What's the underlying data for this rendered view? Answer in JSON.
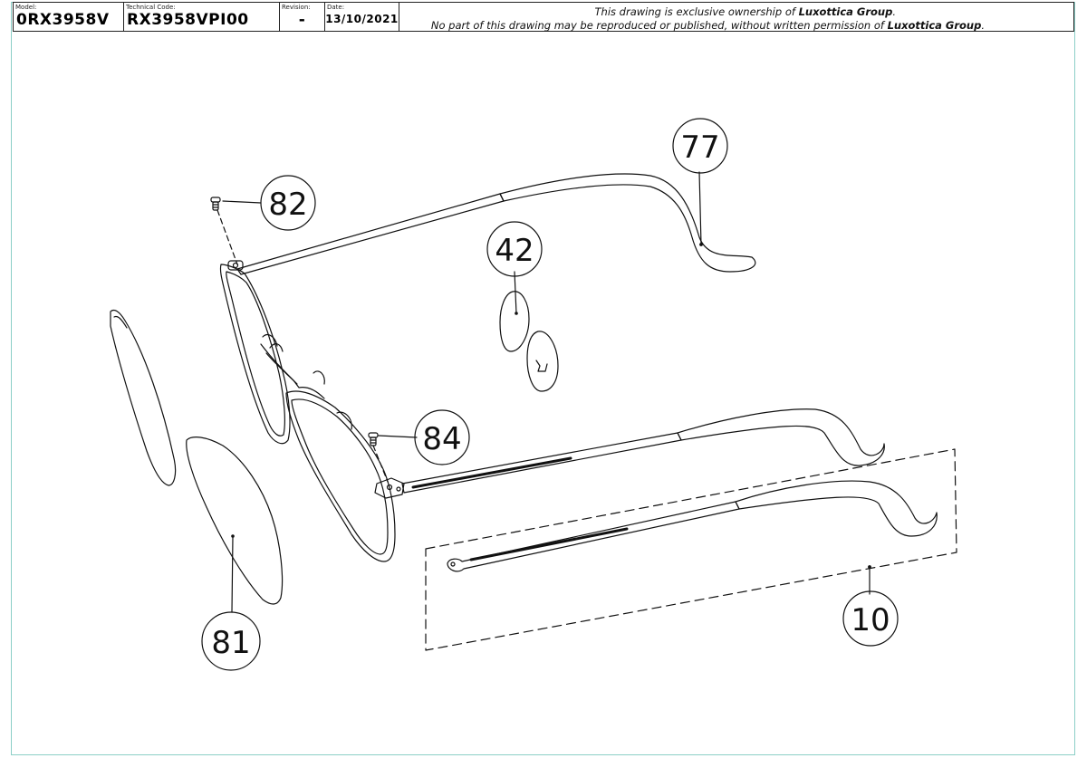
{
  "titleblock": {
    "model_label": "Model:",
    "model_value": "0RX3958V",
    "tech_label": "Technical Code:",
    "tech_value": "RX3958VPI00",
    "revision_label": "Revision:",
    "revision_value": "-",
    "date_label": "Date:",
    "date_value": "13/10/2021",
    "notice_line1_a": "This drawing is exclusive ownership of ",
    "notice_line1_b": "Luxottica Group",
    "notice_line1_c": ".",
    "notice_line2_a": "No part of this drawing may be reproduced or published, without written permission of ",
    "notice_line2_b": "Luxottica Group",
    "notice_line2_c": "."
  },
  "callouts": {
    "c77": "77",
    "c82": "82",
    "c42": "42",
    "c84": "84",
    "c81": "81",
    "c10": "10"
  },
  "colors": {
    "frame_border": "#8ccfc7",
    "line": "#111111"
  }
}
